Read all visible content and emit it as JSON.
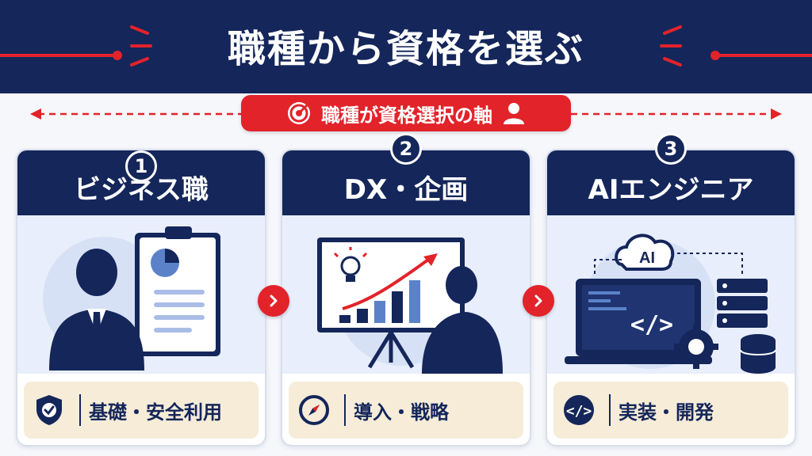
{
  "header": {
    "title": "職種から資格を選ぶ"
  },
  "badge": {
    "label": "職種が資格選択の軸"
  },
  "cards": [
    {
      "number": "1",
      "title": "ビジネス職",
      "focus": "基礎・安全利用",
      "icon": "shield-check-icon"
    },
    {
      "number": "2",
      "title": "DX・企画",
      "focus": "導入・戦略",
      "icon": "compass-icon"
    },
    {
      "number": "3",
      "title": "AIエンジニア",
      "focus": "実装・開発",
      "icon": "code-icon"
    }
  ],
  "illustrations": {
    "ai_label": "AI"
  },
  "colors": {
    "navy": "#14265a",
    "red": "#e2232a",
    "light_blue": "#e8eefb",
    "beige": "#f6ecd8"
  }
}
